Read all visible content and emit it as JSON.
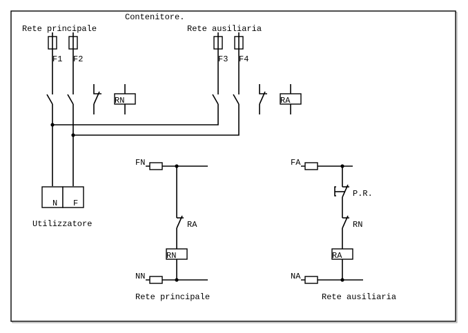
{
  "title": "Contenitore.",
  "power_section": {
    "main_network_label": "Rete principale",
    "aux_network_label": "Rete ausiliaria",
    "fuses": [
      {
        "id": "F1",
        "network": "principale"
      },
      {
        "id": "F2",
        "network": "principale"
      },
      {
        "id": "F3",
        "network": "ausiliaria"
      },
      {
        "id": "F4",
        "network": "ausiliaria"
      }
    ],
    "relays": [
      {
        "id": "RN",
        "label": "RN"
      },
      {
        "id": "RA",
        "label": "RA"
      }
    ]
  },
  "load": {
    "label": "Utilizzatore",
    "terminals": [
      "N",
      "F"
    ]
  },
  "control_main": {
    "caption": "Rete principale",
    "phase_label": "FN",
    "neutral_label": "NN",
    "contact_label": "RA",
    "coil_label": "RN"
  },
  "control_aux": {
    "caption": "Rete ausiliaria",
    "phase_label": "FA",
    "neutral_label": "NA",
    "pushbutton_label": "P.R.",
    "contact_label": "RN",
    "coil_label": "RA"
  },
  "colors": {
    "line": "#000000",
    "background": "#ffffff"
  }
}
